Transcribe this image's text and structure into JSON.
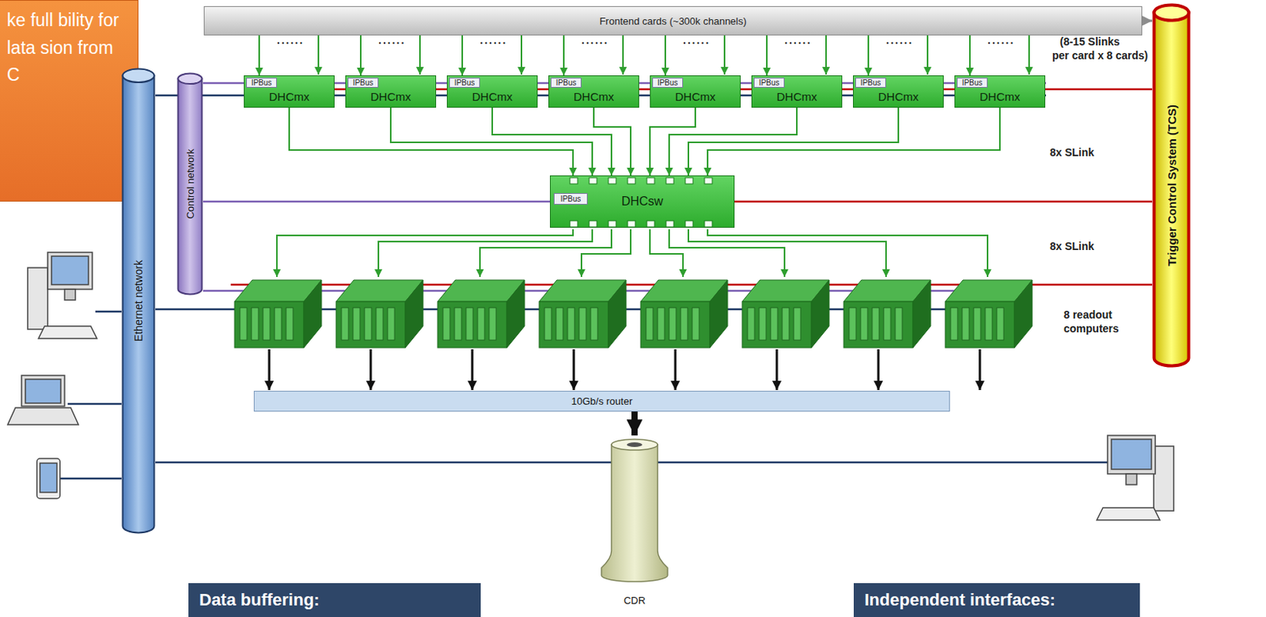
{
  "diagram": {
    "nodes": [
      {
        "text": [
          "ke full bility for lata sion from C"
        ]
      },
      {
        "text": [
          "Frontend cards (~300k channels)"
        ]
      },
      {
        "text": [
          "Trigger Control System (TCS)"
        ]
      },
      {
        "text": [
          "Ethernet network"
        ]
      },
      {
        "text": [
          "Control network"
        ]
      },
      {
        "text": [
          "DHCmx"
        ]
      },
      {
        "text": [
          "IPBus"
        ],
        "in": 5
      },
      {
        "text": [
          "DHCmx"
        ]
      },
      {
        "text": [
          "IPBus"
        ],
        "in": 7
      },
      {
        "text": [
          "DHCmx"
        ]
      },
      {
        "text": [
          "IPBus"
        ],
        "in": 9
      },
      {
        "text": [
          "DHCmx"
        ]
      },
      {
        "text": [
          "IPBus"
        ],
        "in": 11
      },
      {
        "text": [
          "DHCmx"
        ]
      },
      {
        "text": [
          "IPBus"
        ],
        "in": 13
      },
      {
        "text": [
          "DHCmx"
        ]
      },
      {
        "text": [
          "IPBus"
        ],
        "in": 15
      },
      {
        "text": [
          "DHCmx"
        ]
      },
      {
        "text": [
          "IPBus"
        ],
        "in": 17
      },
      {
        "text": [
          "DHCmx"
        ]
      },
      {
        "text": [
          "IPBus"
        ],
        "in": 19
      },
      {
        "text": [
          "DHCsw"
        ]
      },
      {
        "text": [
          "IPBus"
        ],
        "in": 21
      },
      {
        "text": [
          "10Gb/s router"
        ]
      },
      {
        "text": [
          "CDR"
        ]
      },
      {
        "text": [
          "Data buffering:"
        ]
      },
      {
        "text": [
          "Independent interfaces:"
        ]
      }
    ],
    "edges": [
      {
        "from": 1,
        "to": 5,
        "arrow": "to"
      },
      {
        "from": 1,
        "to": 7,
        "arrow": "to"
      },
      {
        "from": 1,
        "to": 9,
        "arrow": "to"
      },
      {
        "from": 1,
        "to": 11,
        "arrow": "to"
      },
      {
        "from": 1,
        "to": 13,
        "arrow": "to"
      },
      {
        "from": 1,
        "to": 15,
        "arrow": "to"
      },
      {
        "from": 1,
        "to": 17,
        "arrow": "to"
      },
      {
        "from": 1,
        "to": 19,
        "arrow": "to"
      },
      {
        "from": 5,
        "to": 21,
        "arrow": "to"
      },
      {
        "from": 7,
        "to": 21,
        "arrow": "to"
      },
      {
        "from": 9,
        "to": 21,
        "arrow": "to"
      },
      {
        "from": 11,
        "to": 21,
        "arrow": "to"
      },
      {
        "from": 13,
        "to": 21,
        "arrow": "to"
      },
      {
        "from": 15,
        "to": 21,
        "arrow": "to"
      },
      {
        "from": 17,
        "to": 21,
        "arrow": "to"
      },
      {
        "from": 19,
        "to": 21,
        "arrow": "to"
      },
      {
        "from": 4,
        "to": 21,
        "arrow": "none"
      },
      {
        "from": 21,
        "to": 2,
        "arrow": "none"
      },
      {
        "from": 23,
        "to": 24,
        "arrow": "to"
      },
      {
        "from": 1,
        "to": 2,
        "arrow": "to"
      }
    ],
    "labels": [
      "......",
      "......",
      "......",
      "......",
      "......",
      "......",
      "......",
      "......",
      "(8-15 Slinks",
      "per card x 8 cards)",
      "8x SLink",
      "8x SLink",
      "8 readout computers"
    ]
  }
}
